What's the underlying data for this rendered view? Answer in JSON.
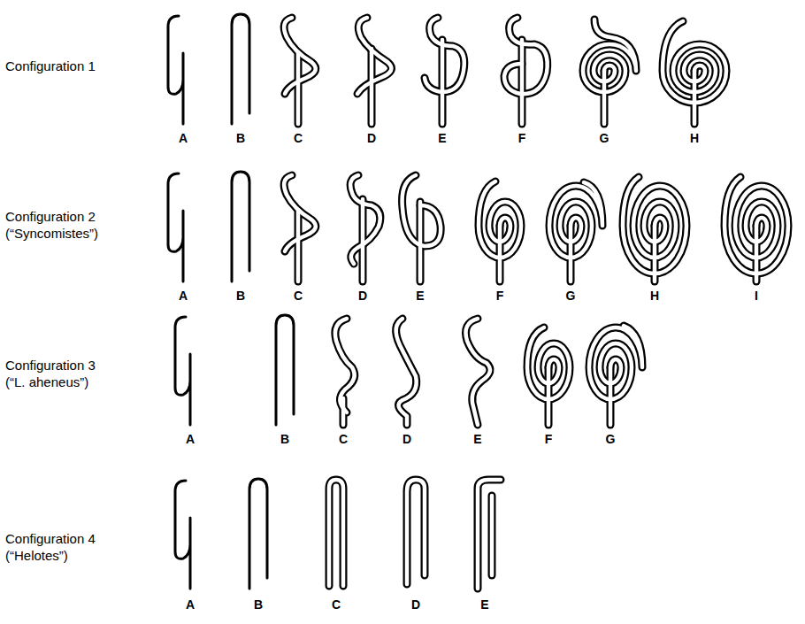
{
  "diagram": {
    "labels": [
      "Configuration 1",
      "A",
      "B",
      "C",
      "D",
      "E",
      "F",
      "G",
      "H",
      "Configuration 2",
      "(“Syncomistes”)",
      "A",
      "B",
      "C",
      "D",
      "E",
      "F",
      "G",
      "H",
      "I",
      "Configuration 3",
      "(“L. aheneus”)",
      "A",
      "B",
      "C",
      "D",
      "E",
      "F",
      "G",
      "Configuration 4",
      "(“Helotes”)",
      "A",
      "B",
      "C",
      "D",
      "E"
    ]
  }
}
